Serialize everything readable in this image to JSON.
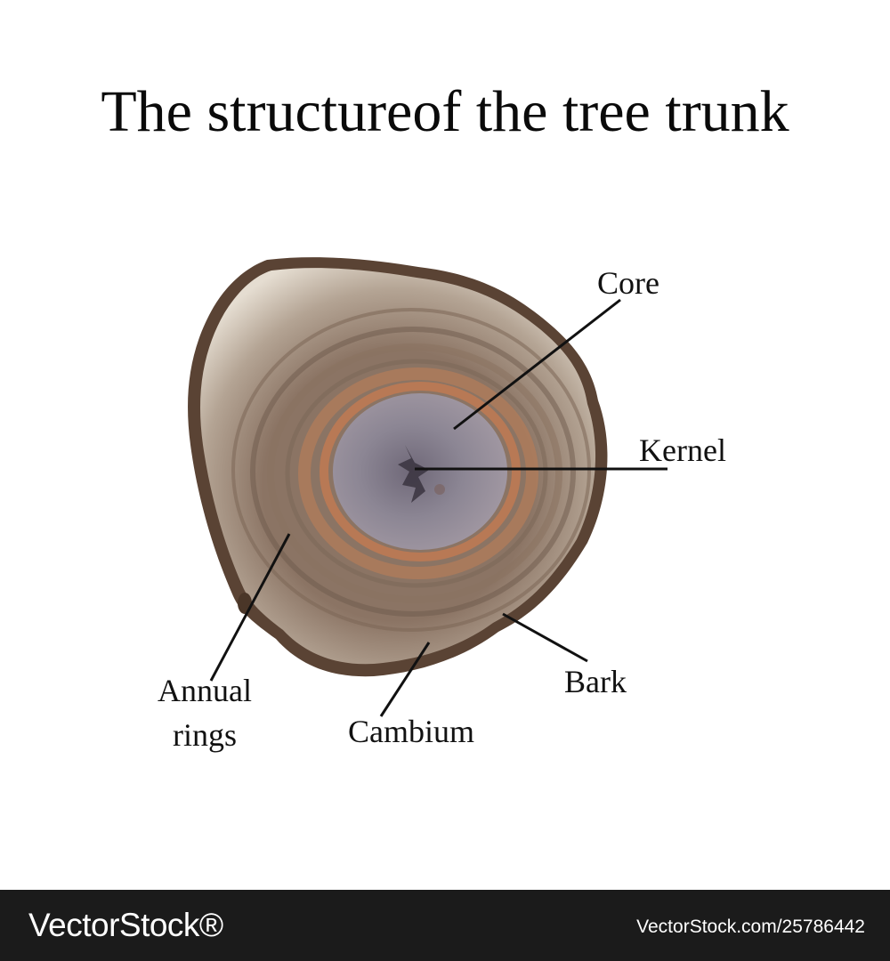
{
  "title": "The structureof the tree trunk",
  "labels": {
    "core": "Core",
    "kernel": "Kernel",
    "annual_rings_line1": "Annual",
    "annual_rings_line2": "rings",
    "cambium": "Cambium",
    "bark": "Bark"
  },
  "footer": {
    "logo": "VectorStock®",
    "url": "VectorStock.com/25786442"
  },
  "colors": {
    "background": "#ffffff",
    "bark": "#5a4334",
    "sapwood_light": "#e0d8cc",
    "rings": "#8a7260",
    "cambium_ring": "#c07a52",
    "core": "#8d8796",
    "leader_line": "#111111",
    "footer_bg": "#1b1b1b"
  }
}
